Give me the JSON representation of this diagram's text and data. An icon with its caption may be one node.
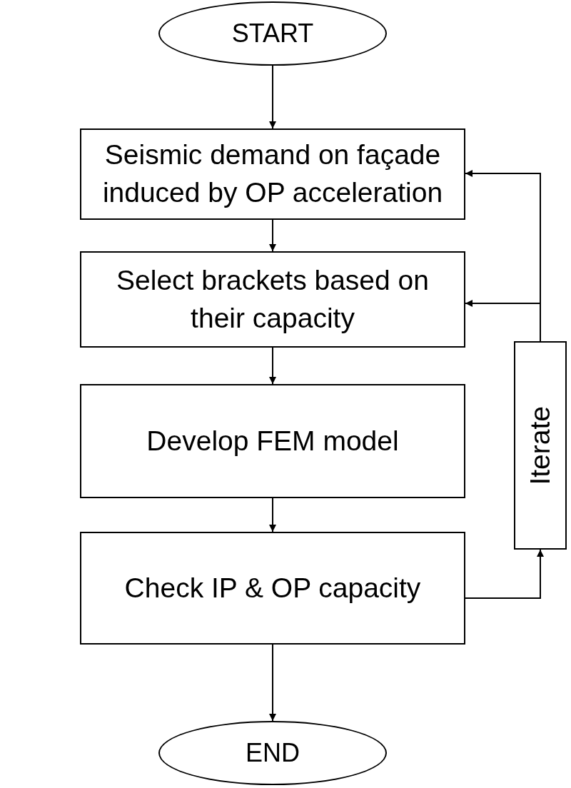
{
  "diagram": {
    "nodes": [
      {
        "text": [
          "START"
        ]
      },
      {
        "text": [
          "Seismic demand on façade induced by OP acceleration"
        ]
      },
      {
        "text": [
          "Select brackets based on their capacity"
        ]
      },
      {
        "text": [
          "Develop FEM model"
        ]
      },
      {
        "text": [
          "Check IP & OP capacity"
        ]
      },
      {
        "text": [
          "END"
        ]
      },
      {
        "text": [
          "Iterate"
        ]
      }
    ],
    "edges": [
      {
        "from": 0,
        "to": 1,
        "arrow": "to"
      },
      {
        "from": 1,
        "to": 2,
        "arrow": "to"
      },
      {
        "from": 2,
        "to": 3,
        "arrow": "to"
      },
      {
        "from": 3,
        "to": 4,
        "arrow": "to"
      },
      {
        "from": 4,
        "to": 5,
        "arrow": "to"
      },
      {
        "from": 4,
        "to": 6,
        "arrow": "to"
      },
      {
        "from": 6,
        "to": 1,
        "arrow": "to"
      },
      {
        "from": 6,
        "to": 2,
        "arrow": "to"
      }
    ]
  }
}
